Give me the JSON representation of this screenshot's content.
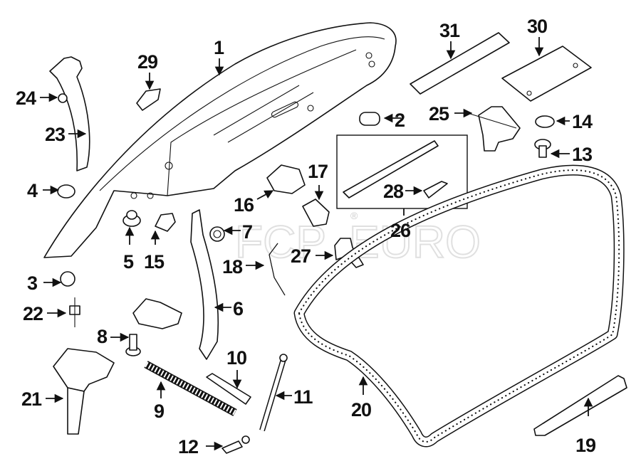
{
  "diagram": {
    "title": "Trunk Lid Components",
    "watermark": {
      "brand": "FCP",
      "suffix": "EURO",
      "registered": "®"
    },
    "callouts": [
      {
        "id": "1",
        "part": "trunk-lid"
      },
      {
        "id": "2",
        "part": "bumper-stop"
      },
      {
        "id": "3",
        "part": "grommet"
      },
      {
        "id": "4",
        "part": "bumper"
      },
      {
        "id": "5",
        "part": "grommet"
      },
      {
        "id": "6",
        "part": "hinge"
      },
      {
        "id": "7",
        "part": "nut"
      },
      {
        "id": "8",
        "part": "bolt"
      },
      {
        "id": "9",
        "part": "spring"
      },
      {
        "id": "10",
        "part": "bracket"
      },
      {
        "id": "11",
        "part": "lift-support"
      },
      {
        "id": "12",
        "part": "ball-stud"
      },
      {
        "id": "13",
        "part": "bolt"
      },
      {
        "id": "14",
        "part": "cap"
      },
      {
        "id": "15",
        "part": "mount"
      },
      {
        "id": "16",
        "part": "latch"
      },
      {
        "id": "17",
        "part": "cover"
      },
      {
        "id": "18",
        "part": "release-cable"
      },
      {
        "id": "19",
        "part": "striker-bracket"
      },
      {
        "id": "20",
        "part": "weatherstrip"
      },
      {
        "id": "21",
        "part": "actuator"
      },
      {
        "id": "22",
        "part": "stud"
      },
      {
        "id": "23",
        "part": "trim-panel"
      },
      {
        "id": "24",
        "part": "clip"
      },
      {
        "id": "25",
        "part": "switch"
      },
      {
        "id": "26",
        "part": "handle-assembly"
      },
      {
        "id": "27",
        "part": "bracket"
      },
      {
        "id": "28",
        "part": "button"
      },
      {
        "id": "29",
        "part": "bracket"
      },
      {
        "id": "30",
        "part": "plate"
      },
      {
        "id": "31",
        "part": "strip"
      }
    ]
  }
}
